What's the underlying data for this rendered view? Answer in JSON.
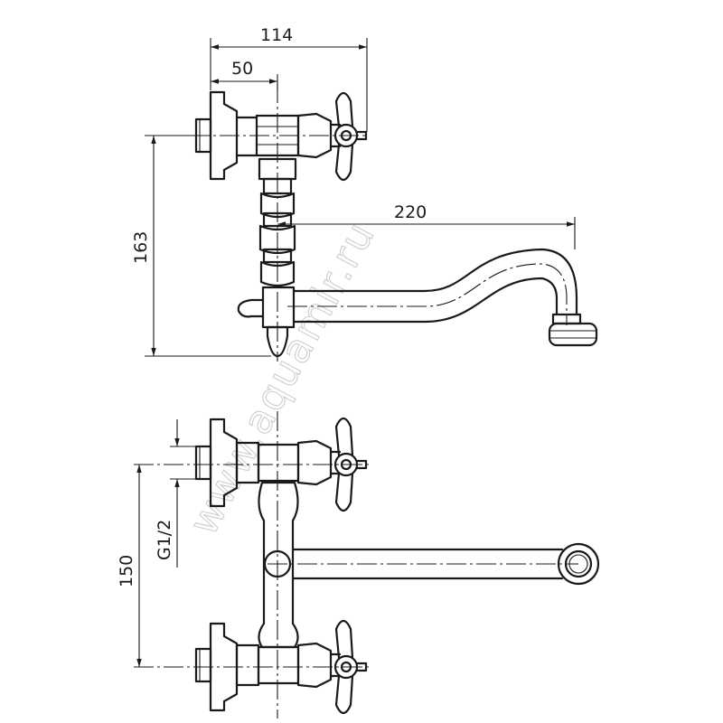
{
  "dimensions": {
    "overall_depth": "114",
    "wall_offset": "50",
    "height": "163",
    "spout_reach": "220",
    "center_distance": "150",
    "thread": "G1/2"
  },
  "watermark": "www.aquamir.ru"
}
